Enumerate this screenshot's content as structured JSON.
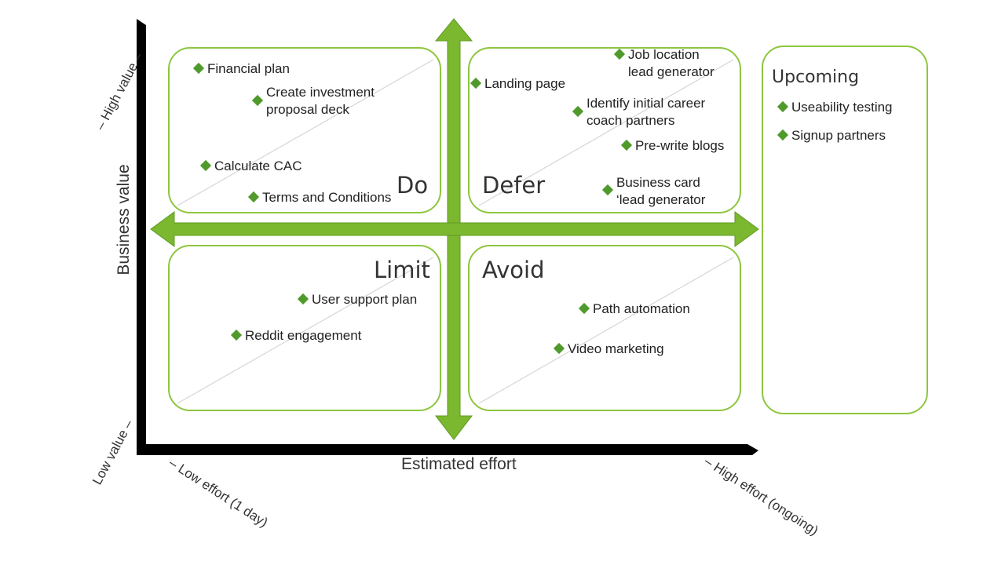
{
  "quadrants": {
    "do": {
      "label": "Do",
      "items": [
        "Financial plan",
        "Create investment\nproposal deck",
        "Calculate CAC",
        "Terms and Conditions"
      ]
    },
    "defer": {
      "label": "Defer",
      "items": [
        "Landing page",
        "Job location\nlead generator",
        "Identify initial career\ncoach partners",
        "Pre-write blogs",
        "Business card\n‘lead generator"
      ]
    },
    "limit": {
      "label": "Limit",
      "items": [
        "User support plan",
        "Reddit engagement"
      ]
    },
    "avoid": {
      "label": "Avoid",
      "items": [
        "Path automation",
        "Video marketing"
      ]
    }
  },
  "upcoming": {
    "title": "Upcoming",
    "items": [
      "Useability testing",
      "Signup partners"
    ]
  },
  "axes": {
    "y_label": "Business value",
    "x_label": "Estimated effort",
    "y_high": "– High value –",
    "y_low": "Low value –",
    "x_low": "– Low effort (1 day)",
    "x_high": "– High effort (ongoing)"
  },
  "colors": {
    "panel_border": "#8dc63f",
    "arrow": "#7cb82f",
    "marker": "#4f9a2b",
    "axis": "#000000"
  }
}
